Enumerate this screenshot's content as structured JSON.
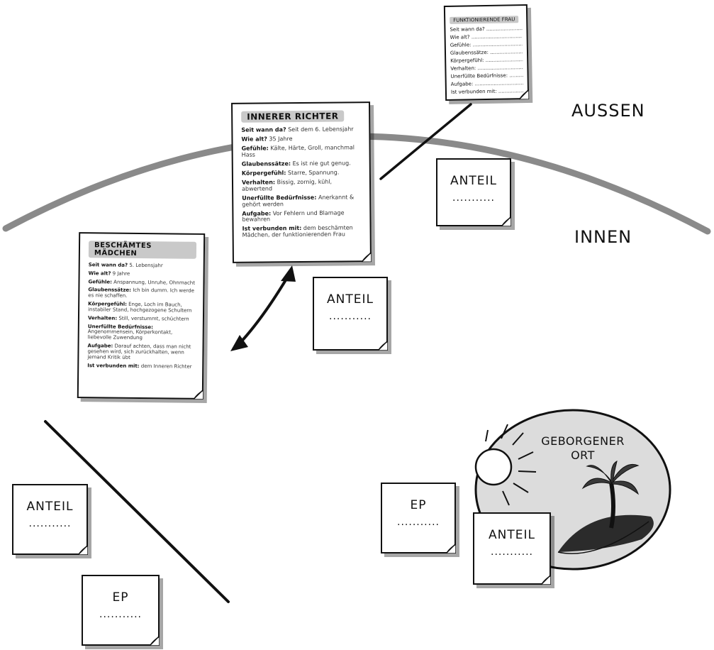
{
  "zones": {
    "outer": "AUSSEN",
    "inner": "INNEN"
  },
  "sheets": {
    "inner_judge": {
      "title": "INNERER RICHTER",
      "rows": [
        {
          "k": "Seit wann da?",
          "v": "Seit dem 6. Lebensjahr"
        },
        {
          "k": "Wie alt?",
          "v": "35 Jahre"
        },
        {
          "k": "Gefühle:",
          "v": "Kälte, Härte, Groll, manchmal Hass"
        },
        {
          "k": "Glaubenssätze:",
          "v": "Es ist nie gut genug."
        },
        {
          "k": "Körpergefühl:",
          "v": "Starre, Spannung."
        },
        {
          "k": "Verhalten:",
          "v": "Bissig, zornig, kühl, abwertend"
        },
        {
          "k": "Unerfüllte Bedürfnisse:",
          "v": "Anerkannt & gehört werden"
        },
        {
          "k": "Aufgabe:",
          "v": "Vor Fehlern und Blamage bewahren"
        },
        {
          "k": "Ist verbunden mit:",
          "v": "dem beschämten Mädchen, der funktionierenden Frau"
        }
      ]
    },
    "ashamed_girl": {
      "title": "BESCHÄMTES MÄDCHEN",
      "rows": [
        {
          "k": "Seit wann da?",
          "v": "5. Lebensjahr"
        },
        {
          "k": "Wie alt?",
          "v": "9 Jahre"
        },
        {
          "k": "Gefühle:",
          "v": "Anspannung, Unruhe, Ohnmacht"
        },
        {
          "k": "Glaubenssätze:",
          "v": "Ich bin dumm. Ich werde es nie schaffen."
        },
        {
          "k": "Körpergefühl:",
          "v": "Enge, Loch im Bauch, instabiler Stand, hochgezogene Schultern"
        },
        {
          "k": "Verhalten:",
          "v": "Still, verstummt, schüchtern"
        },
        {
          "k": "Unerfüllte Bedürfnisse:",
          "v": "Angenommensein, Körperkontakt, liebevolle Zuwendung"
        },
        {
          "k": "Aufgabe:",
          "v": "Darauf achten, dass man nicht gesehen wird, sich zurückhalten, wenn jemand Kritik übt"
        },
        {
          "k": "Ist verbunden mit:",
          "v": "dem Inneren Richter"
        }
      ]
    },
    "functioning_woman": {
      "title": "FUNKTIONIERENDE FRAU",
      "rows": [
        {
          "k": "Seit wann da?",
          "v": "..........................."
        },
        {
          "k": "Wie alt?",
          "v": "..................................."
        },
        {
          "k": "Gefühle:",
          "v": "..................................."
        },
        {
          "k": "Glaubenssätze:",
          "v": "............................"
        },
        {
          "k": "Körpergefühl:",
          "v": ".............................."
        },
        {
          "k": "Verhalten:",
          "v": "................................"
        },
        {
          "k": "Unerfüllte Bedürfnisse:",
          "v": "..................."
        },
        {
          "k": "Aufgabe:",
          "v": "..................................."
        },
        {
          "k": "Ist verbunden mit:",
          "v": "....................."
        }
      ]
    }
  },
  "notes": [
    {
      "id": "anteil-outer",
      "title": "ANTEIL",
      "dots": "..........."
    },
    {
      "id": "anteil-center",
      "title": "ANTEIL",
      "dots": "..........."
    },
    {
      "id": "anteil-left",
      "title": "ANTEIL",
      "dots": "..........."
    },
    {
      "id": "ep-left",
      "title": "EP",
      "dots": "..........."
    },
    {
      "id": "ep-right",
      "title": "EP",
      "dots": "..........."
    },
    {
      "id": "anteil-safe",
      "title": "ANTEIL",
      "dots": "..........."
    }
  ],
  "safe_place": {
    "line1": "GEBORGENER",
    "line2": "ORT"
  },
  "icons": {
    "sun": "sun-icon",
    "palm": "palm-tree-icon",
    "arrow": "double-arrow-icon"
  }
}
